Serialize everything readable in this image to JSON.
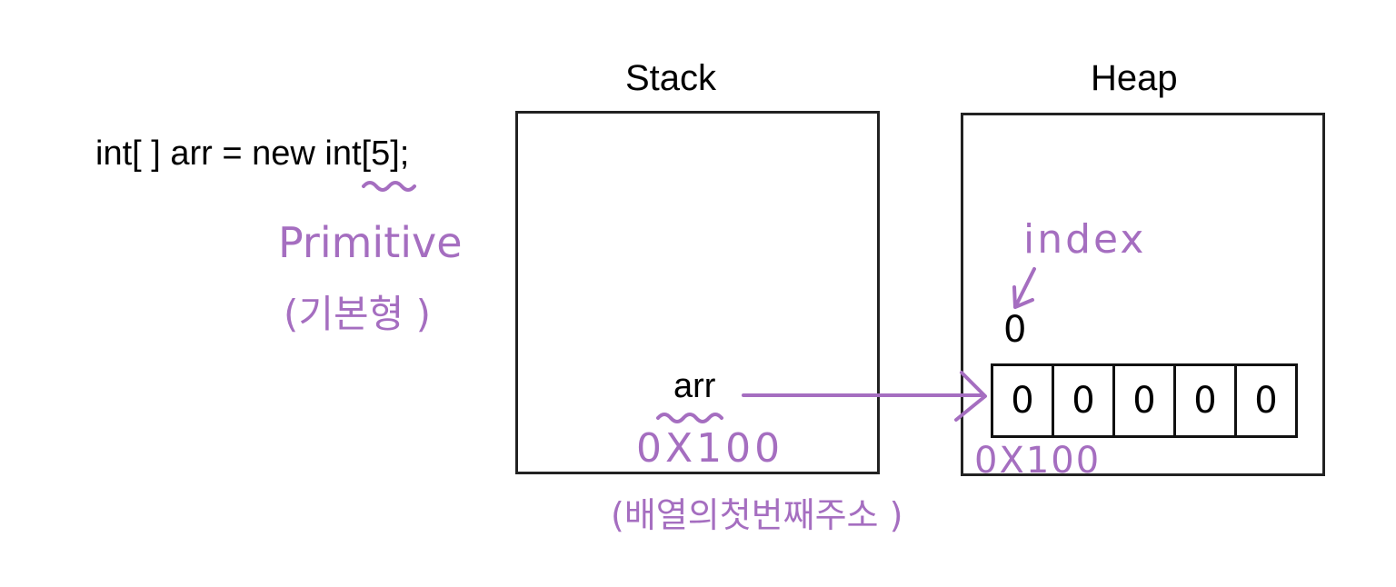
{
  "code": {
    "line": "int[ ] arr = new int[5];"
  },
  "annotations": {
    "primitive": "Primitive",
    "primitive_korean": "(기본형 )",
    "address": "0X100",
    "address_korean": "(배열의첫번째주소 )",
    "index_label": "index",
    "heap_address": "0X100"
  },
  "stack": {
    "title": "Stack",
    "variable": "arr"
  },
  "heap": {
    "title": "Heap",
    "index_value": "0",
    "cells": [
      "0",
      "0",
      "0",
      "0",
      "0"
    ]
  },
  "colors": {
    "annotation": "#a56ec0",
    "ink": "#111111"
  }
}
